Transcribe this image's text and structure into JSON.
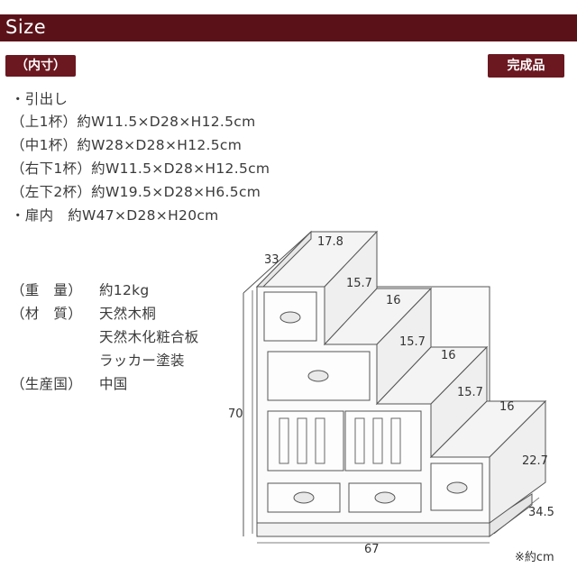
{
  "header": {
    "title": "Size"
  },
  "badges": {
    "inner": "（内寸）",
    "finished": "完成品"
  },
  "inner_dims": {
    "drawer_heading": "・引出し",
    "top1": "（上1杯）約W11.5×D28×H12.5cm",
    "mid1": "（中1杯）約W28×D28×H12.5cm",
    "bottom_right1": "（右下1杯）約W11.5×D28×H12.5cm",
    "bottom_left2": "（左下2杯）約W19.5×D28×H6.5cm",
    "door": "・扉内　約W47×D28×H20cm"
  },
  "specs": {
    "weight_label": "（重　量）",
    "weight_value": "約12kg",
    "material_label": "（材　質）",
    "material_values": [
      "天然木桐",
      "天然木化粧合板",
      "ラッカー塗装"
    ],
    "origin_label": "（生産国）",
    "origin_value": "中国"
  },
  "diagram": {
    "depth_top": "33",
    "width_top": "17.8",
    "step1_height": "15.7",
    "step2_width": "16",
    "step2_height": "15.7",
    "step3_width": "16",
    "step3_height": "15.7",
    "step4_width": "16",
    "step4_height": "22.7",
    "total_height": "70",
    "total_width": "67",
    "depth_bottom": "34.5",
    "unit_note": "※約cm"
  }
}
